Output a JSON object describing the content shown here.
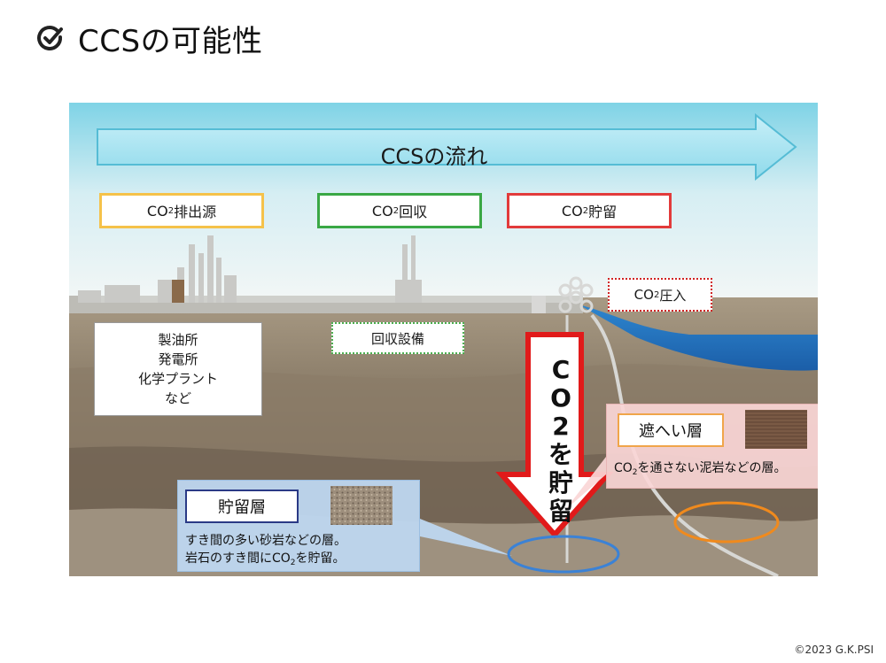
{
  "page": {
    "title": "CCSの可能性",
    "title_icon": "check-circle-icon",
    "copyright": "©2023 G.K.PSI"
  },
  "diagram": {
    "flow_label": "CCSの流れ",
    "stages": {
      "source": {
        "prefix": "CO",
        "sub": "2",
        "suffix": "排出源",
        "color": "#f5c24a"
      },
      "capture": {
        "prefix": "CO",
        "sub": "2",
        "suffix": "回収",
        "color": "#3aa845"
      },
      "storage": {
        "prefix": "CO",
        "sub": "2",
        "suffix": "貯留",
        "color": "#e23b3b"
      }
    },
    "injection": {
      "prefix": "CO",
      "sub": "2",
      "suffix": "圧入"
    },
    "sources_box": [
      "製油所",
      "発電所",
      "化学プラント",
      "など"
    ],
    "capture_facility": "回収設備",
    "down_arrow": {
      "line1": "C",
      "line2": "O",
      "line3": "2",
      "line4": "を",
      "line5": "貯",
      "line6": "留"
    },
    "caprock": {
      "title": "遮へい層",
      "desc_prefix": "CO",
      "desc_sub": "2",
      "desc_suffix": "を通さない泥岩などの層。"
    },
    "reservoir": {
      "title": "貯留層",
      "desc_line1": "すき間の多い砂岩などの層。",
      "desc_line2_prefix": "岩石のすき間にCO",
      "desc_line2_sub": "2",
      "desc_line2_suffix": "を貯留。"
    }
  }
}
